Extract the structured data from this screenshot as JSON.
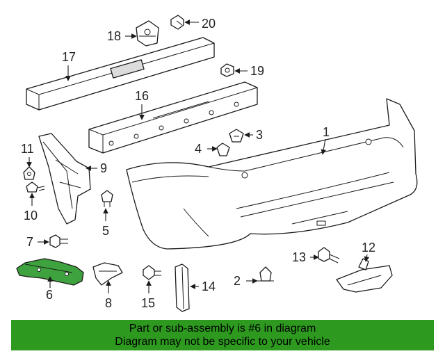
{
  "callouts": [
    "1",
    "2",
    "3",
    "4",
    "5",
    "6",
    "7",
    "8",
    "9",
    "10",
    "11",
    "12",
    "13",
    "14",
    "15",
    "16",
    "17",
    "18",
    "19",
    "20"
  ],
  "highlighted_part": "6",
  "banner": {
    "line1": "Part or sub-assembly is #6 in diagram",
    "line2": "Diagram may not be specific to your vehicle"
  },
  "colors": {
    "highlight": "#3ea33e",
    "banner": "#2d9a1f",
    "line": "#1a1a1a"
  }
}
